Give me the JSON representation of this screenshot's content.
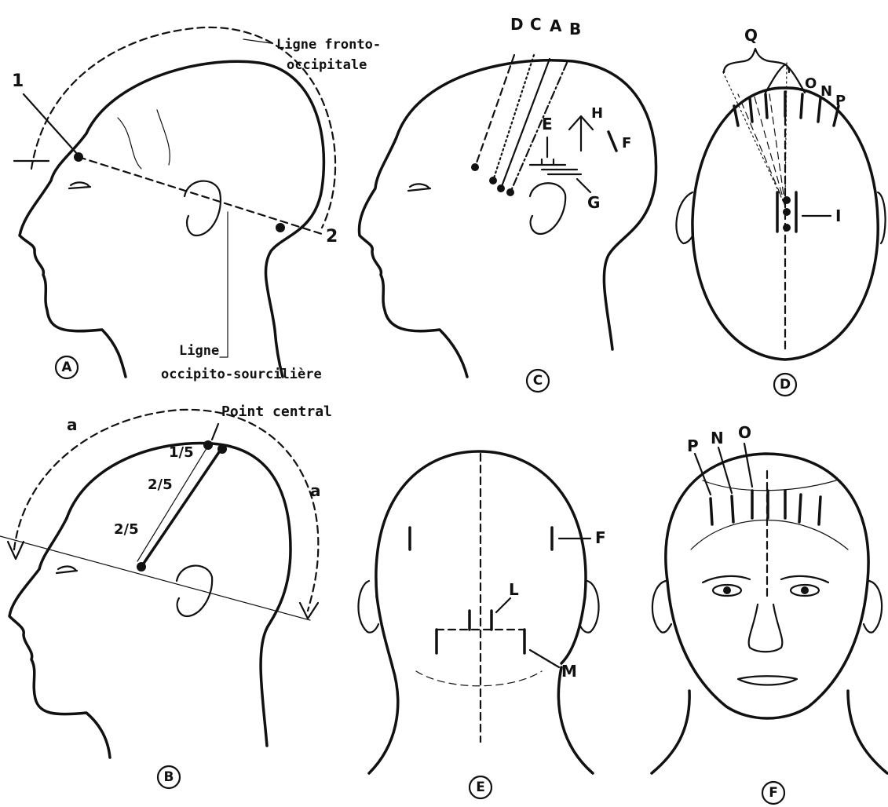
{
  "panels": {
    "A": {
      "badge": "A",
      "point_1": "1",
      "point_2": "2",
      "line_fronto_1": "Ligne fronto-",
      "line_fronto_2": "occipitale",
      "line_occipito_1": "Ligne",
      "line_occipito_2": "occipito-sourcilière"
    },
    "B": {
      "badge": "B",
      "point_central": "Point central",
      "label_a_left": "a",
      "label_a_right": "a",
      "frac_1": "1/5",
      "frac_2": "2/5",
      "frac_3": "2/5"
    },
    "C": {
      "badge": "C",
      "D": "D",
      "C": "C",
      "A": "A",
      "B": "B",
      "E": "E",
      "H": "H",
      "F": "F",
      "G": "G"
    },
    "D": {
      "badge": "D",
      "Q": "Q",
      "O": "O",
      "N": "N",
      "P": "P",
      "I": "I"
    },
    "E": {
      "badge": "E",
      "F": "F",
      "L": "L",
      "M": "M"
    },
    "F": {
      "badge": "F",
      "P": "P",
      "N": "N",
      "O": "O"
    }
  },
  "colors": {
    "ink": "#111111",
    "paper": "#ffffff"
  }
}
